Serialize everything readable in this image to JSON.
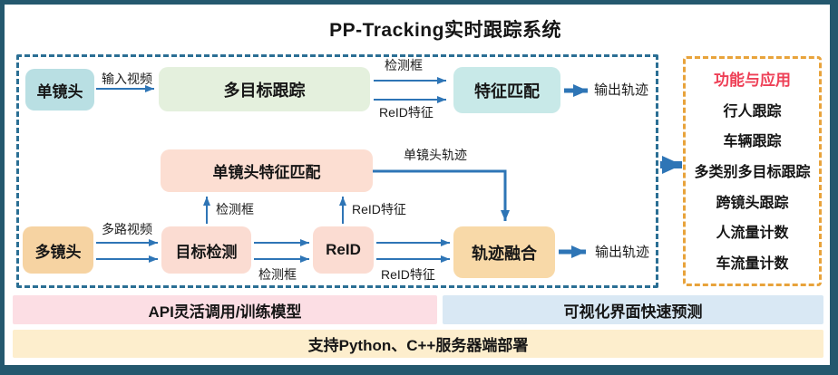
{
  "title": "PP-Tracking实时跟踪系统",
  "nodes": {
    "single_cam": "单镜头",
    "mot": "多目标跟踪",
    "feature_match": "特征匹配",
    "single_cam_feature_match": "单镜头特征匹配",
    "multi_cam": "多镜头",
    "detection": "目标检测",
    "reid": "ReID",
    "traj_fusion": "轨迹融合"
  },
  "edge_labels": {
    "input_video": "输入视频",
    "det_box_top": "检测框",
    "reid_feature_top": "ReID特征",
    "output_traj_top": "输出轨迹",
    "single_cam_traj": "单镜头轨迹",
    "det_box_up": "检测框",
    "reid_feature_up": "ReID特征",
    "multi_video": "多路视频",
    "det_box_bottom": "检测框",
    "reid_feature_bottom": "ReID特征",
    "output_traj_bottom": "输出轨迹"
  },
  "features_panel": {
    "title": "功能与应用",
    "items": [
      "行人跟踪",
      "车辆跟踪",
      "多类别多目标跟踪",
      "跨镜头跟踪",
      "人流量计数",
      "车流量计数"
    ]
  },
  "footer": {
    "api_bar": "API灵活调用/训练模型",
    "visual_bar": "可视化界面快速预测",
    "deploy_bar": "支持Python、C++服务器端部署"
  },
  "colors": {
    "frame": "#24586e",
    "arrow": "#2e75b6",
    "pipeline_border": "#2b6f94",
    "panel_border": "#e8a33b",
    "panel_title": "#ee3f56",
    "teal_node": "#b9dfe3",
    "green_node": "#e4f0dd",
    "cyan_node": "#c8e9e8",
    "peach_node": "#fbdcd2",
    "pink_node": "#fcded2",
    "orange_node": "#f6d3a2",
    "amber_node": "#f8d9a8",
    "api_bar_bg": "#fcdee4",
    "visual_bar_bg": "#d9e8f4",
    "deploy_bar_bg": "#fdeecd"
  }
}
